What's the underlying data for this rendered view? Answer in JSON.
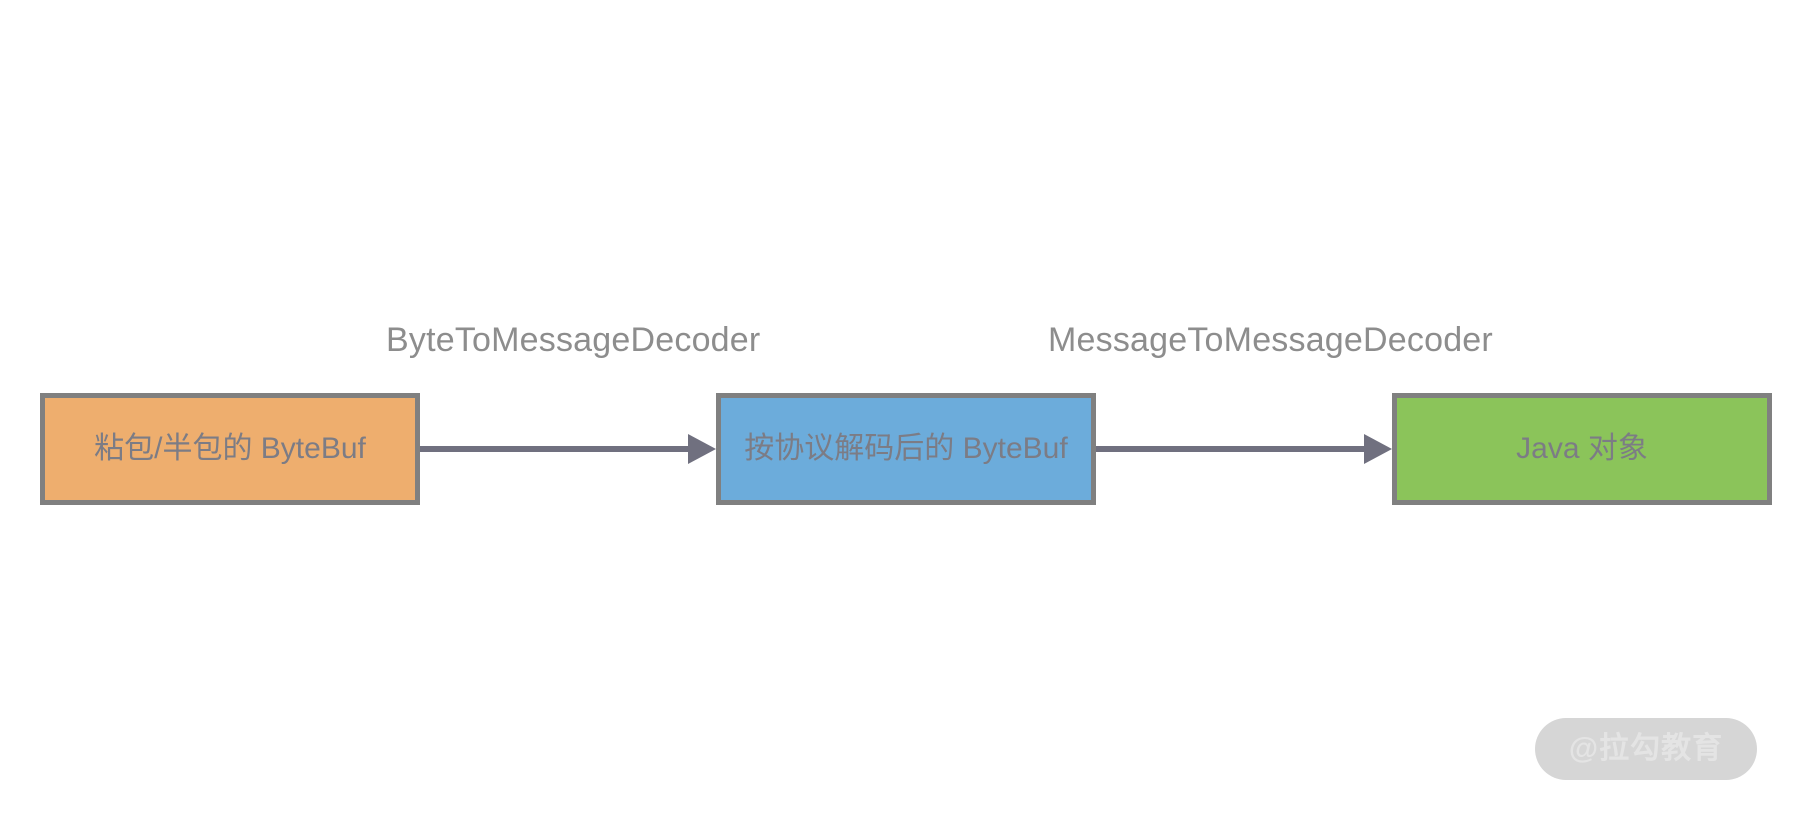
{
  "diagram": {
    "type": "flow",
    "background_color": "#ffffff",
    "stage_labels": [
      {
        "text": "ByteToMessageDecoder",
        "color": "#8d8d8d"
      },
      {
        "text": "MessageToMessageDecoder",
        "color": "#8d8d8d"
      }
    ],
    "nodes": [
      {
        "id": "sticky-bytebuf",
        "text": "粘包/半包的 ByteBuf",
        "fill": "#eeae6e",
        "border_color": "#808080",
        "text_color": "#7c7c85"
      },
      {
        "id": "decoded-bytebuf",
        "text": "按协议解码后的 ByteBuf",
        "fill": "#6cacdb",
        "border_color": "#808080",
        "text_color": "#7c7c85"
      },
      {
        "id": "java-object",
        "text": "Java 对象",
        "fill": "#8bc45a",
        "border_color": "#808080",
        "text_color": "#7c7c85"
      }
    ],
    "edges": [
      {
        "from": "sticky-bytebuf",
        "to": "decoded-bytebuf",
        "label": "ByteToMessageDecoder",
        "color": "#70707f",
        "arrowhead": "solid-triangle"
      },
      {
        "from": "decoded-bytebuf",
        "to": "java-object",
        "label": "MessageToMessageDecoder",
        "color": "#70707f",
        "arrowhead": "solid-triangle"
      }
    ]
  },
  "watermark": {
    "text": "@拉勾教育",
    "pill_color": "#d6d6d6",
    "text_color": "#e4e4e4"
  }
}
